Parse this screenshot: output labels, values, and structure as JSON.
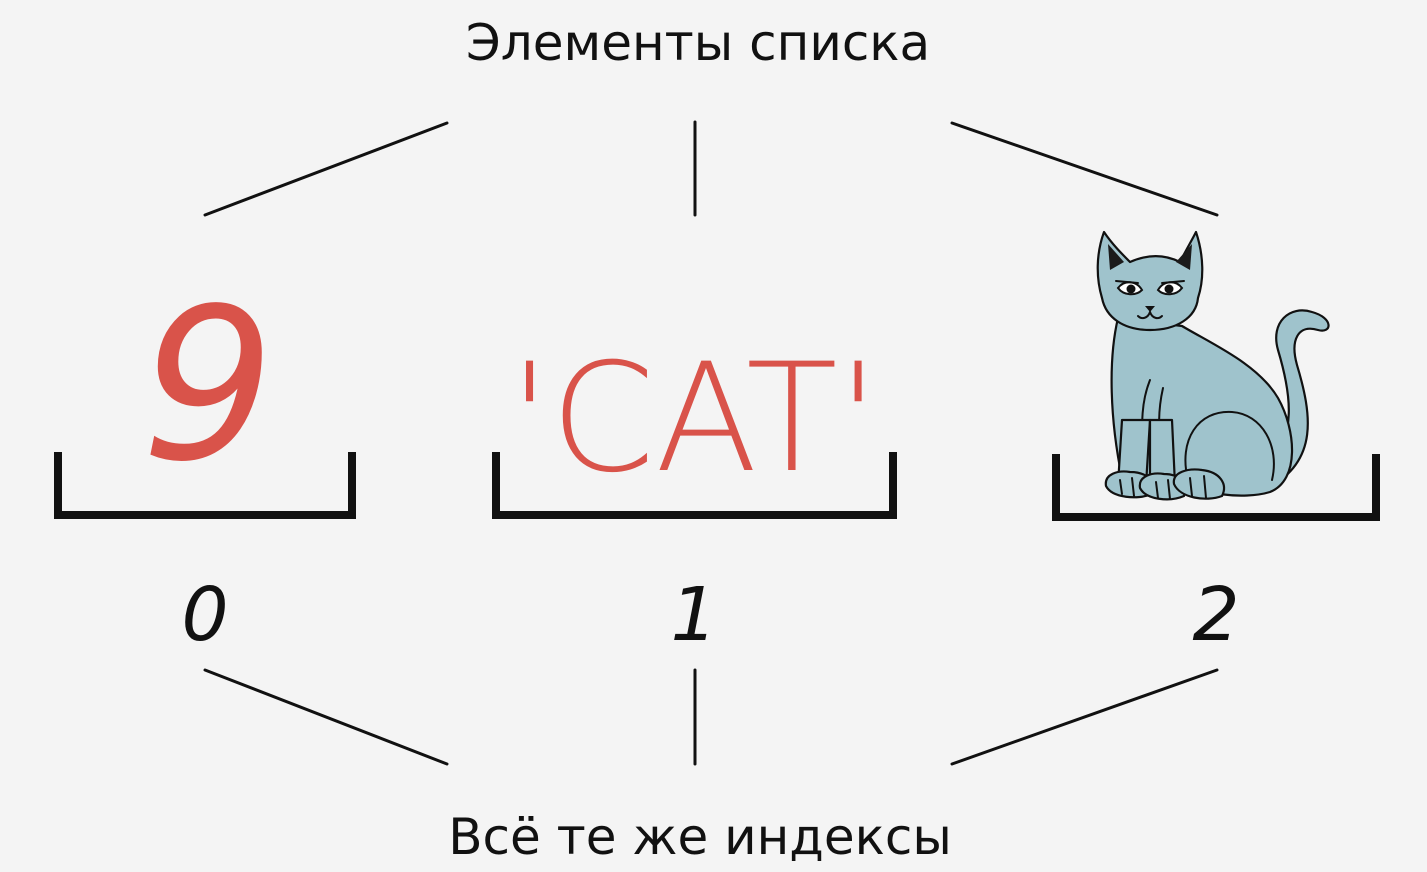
{
  "top_caption": "Элементы списка",
  "bottom_caption": "Всё те же индексы",
  "elements": [
    {
      "value": "9",
      "index": "0",
      "kind": "number"
    },
    {
      "value": "'CAT'",
      "index": "1",
      "kind": "string"
    },
    {
      "value": "",
      "index": "2",
      "kind": "image",
      "icon": "cat-icon"
    }
  ],
  "colors": {
    "background": "#f4f4f4",
    "value": "#d9534a",
    "ink": "#111111",
    "cat": "#9fc3cc"
  }
}
